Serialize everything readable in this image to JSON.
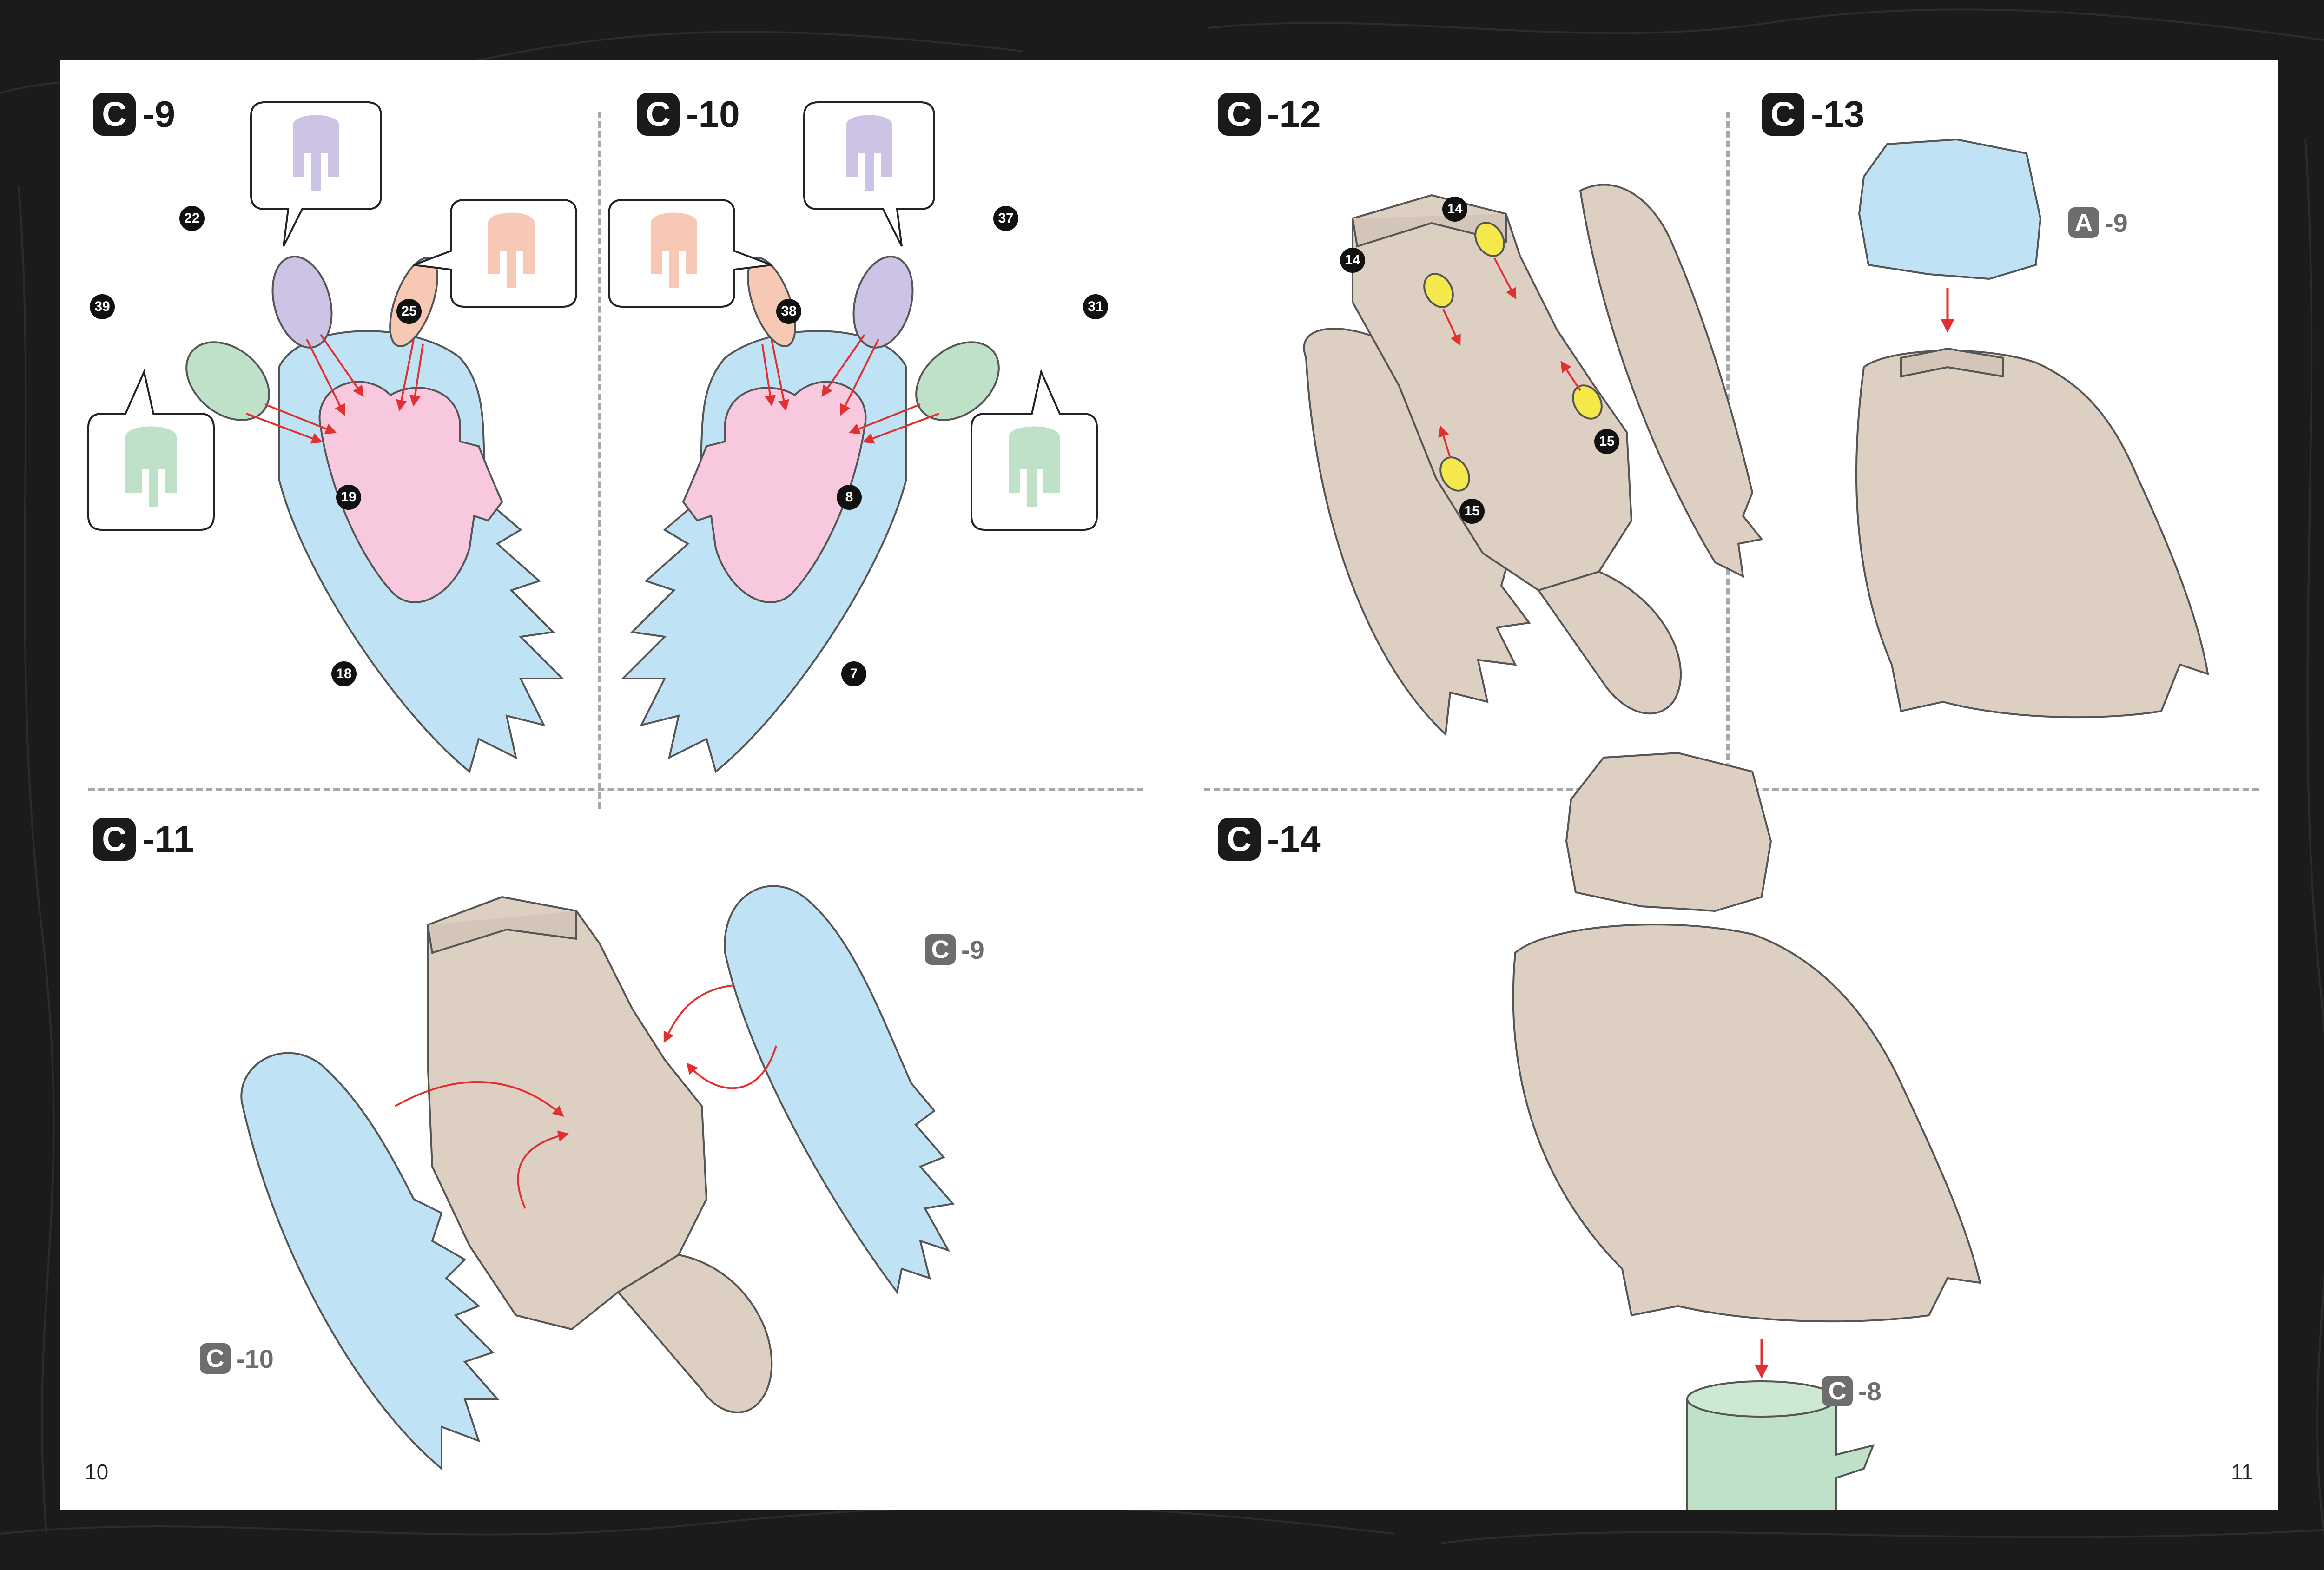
{
  "steps": {
    "c9": {
      "letter": "C",
      "num": "-9",
      "parts": [
        "22",
        "25",
        "39",
        "19",
        "18"
      ]
    },
    "c10": {
      "letter": "C",
      "num": "-10",
      "parts": [
        "37",
        "38",
        "31",
        "8",
        "7"
      ]
    },
    "c11": {
      "letter": "C",
      "num": "-11",
      "refs": [
        {
          "letter": "C",
          "num": "-9"
        },
        {
          "letter": "C",
          "num": "-10"
        }
      ]
    },
    "c12": {
      "letter": "C",
      "num": "-12",
      "parts": [
        "14",
        "14",
        "15",
        "15"
      ]
    },
    "c13": {
      "letter": "C",
      "num": "-13",
      "refs": [
        {
          "letter": "A",
          "num": "-9"
        }
      ]
    },
    "c14": {
      "letter": "C",
      "num": "-14",
      "refs": [
        {
          "letter": "C",
          "num": "-8"
        }
      ]
    }
  },
  "page_numbers": {
    "left": "10",
    "right": "11"
  },
  "colors": {
    "wing_blue": "#bfe3f5",
    "wing_pink": "#f8c8de",
    "body_tan": "#ddd0c3",
    "purple_part": "#cdc3e4",
    "peach_part": "#f7c8b3",
    "green_part": "#bfe1c8",
    "stand_green": "#bfe1c8",
    "peg_yellow": "#f4e84a",
    "arrow_red": "#e03030"
  },
  "icons": [
    "callout-bubble-icon",
    "red-arrow-icon",
    "owl-body-icon",
    "owl-wing-icon",
    "owl-head-icon",
    "stand-icon"
  ]
}
